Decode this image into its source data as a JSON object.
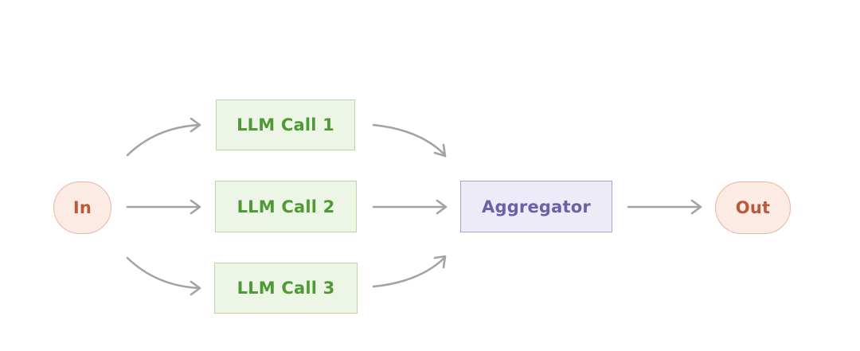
{
  "diagram": {
    "nodes": {
      "input": "In",
      "llm_call_1": "LLM Call 1",
      "llm_call_2": "LLM Call 2",
      "llm_call_3": "LLM Call 3",
      "aggregator": "Aggregator",
      "output": "Out"
    },
    "edges": [
      {
        "from": "In",
        "to": "LLM Call 1"
      },
      {
        "from": "In",
        "to": "LLM Call 2"
      },
      {
        "from": "In",
        "to": "LLM Call 3"
      },
      {
        "from": "LLM Call 1",
        "to": "Aggregator"
      },
      {
        "from": "LLM Call 2",
        "to": "Aggregator"
      },
      {
        "from": "LLM Call 3",
        "to": "Aggregator"
      },
      {
        "from": "Aggregator",
        "to": "Out"
      }
    ],
    "colors": {
      "io_fill": "#fbebe4",
      "io_text": "#b95a3c",
      "llm_fill": "#ecf5e6",
      "llm_text": "#4f9a35",
      "aggregator_fill": "#eeebf8",
      "aggregator_text": "#6a61a8",
      "arrow": "#a3a3a0"
    }
  }
}
